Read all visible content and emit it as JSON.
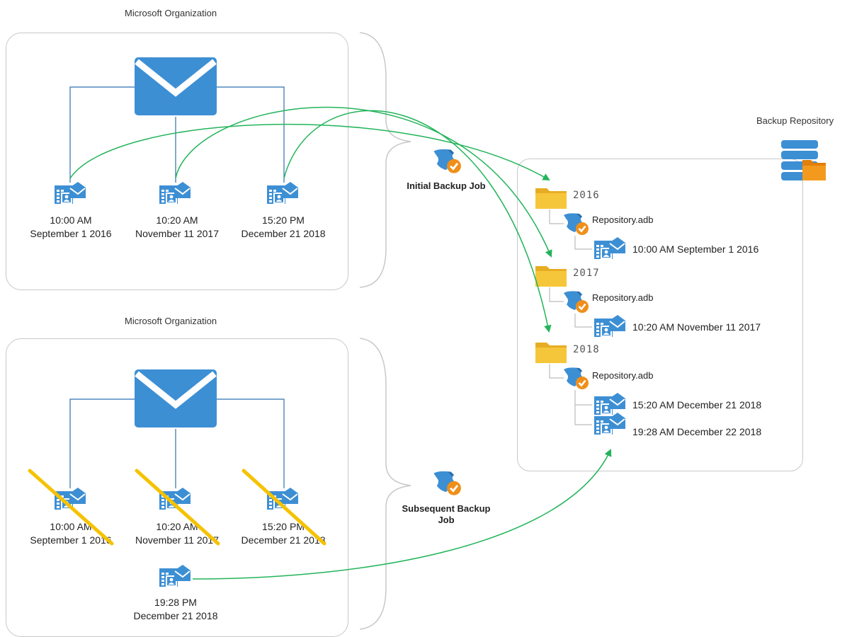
{
  "colors": {
    "accent_blue": "#3d8fd4",
    "line_blue": "#2f6fb0",
    "arrow_green": "#22b45a",
    "folder_yellow": "#f6c63a",
    "check_orange": "#ef8f1a",
    "strike_yellow": "#f5c200",
    "box_border": "#c8c8c8"
  },
  "top_org": {
    "title": "Microsoft Organization",
    "mailboxes": [
      {
        "time": "10:00 AM",
        "date": "September 1 2016"
      },
      {
        "time": "10:20 AM",
        "date": "November 11 2017"
      },
      {
        "time": "15:20 PM",
        "date": "December 21 2018"
      }
    ]
  },
  "bottom_org": {
    "title": "Microsoft Organization",
    "mailboxes": [
      {
        "time": "10:00 AM",
        "date": "September 1 2016",
        "removed": true
      },
      {
        "time": "10:20 AM",
        "date": "November 11 2017",
        "removed": true
      },
      {
        "time": "15:20 PM",
        "date": "December 21 2018",
        "removed": true
      }
    ],
    "new_mailbox": {
      "time": "19:28 PM",
      "date": "December 21 2018"
    }
  },
  "jobs": {
    "initial": "Initial Backup Job",
    "subsequent_line1": "Subsequent Backup",
    "subsequent_line2": "Job"
  },
  "repository": {
    "title": "Backup Repository",
    "years": [
      {
        "year": "2016",
        "file": "Repository.adb",
        "items": [
          "10:00 AM September 1 2016"
        ]
      },
      {
        "year": "2017",
        "file": "Repository.adb",
        "items": [
          "10:20 AM November 11 2017"
        ]
      },
      {
        "year": "2018",
        "file": "Repository.adb",
        "items": [
          "15:20 AM December 21 2018",
          "19:28 AM December 22 2018"
        ]
      }
    ]
  },
  "icons": {
    "mail": "envelope-icon",
    "mailbox": "mailbox-icon",
    "job": "backup-job-icon",
    "folder": "folder-icon",
    "file": "repository-file-icon",
    "repo": "backup-repository-icon"
  }
}
